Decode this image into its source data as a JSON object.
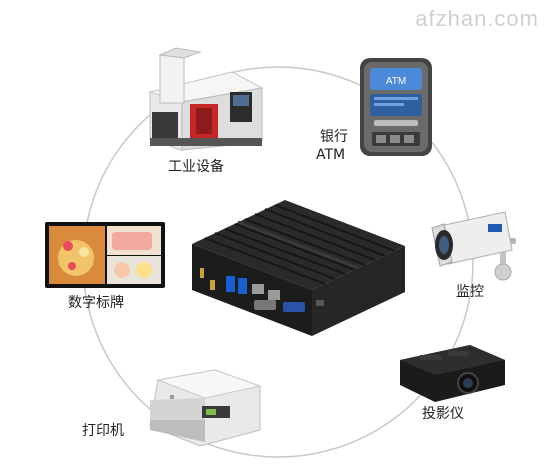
{
  "watermark": "afzhan.com",
  "center_device": "mini-pc",
  "devices": [
    {
      "key": "industrial",
      "label": "工业设备",
      "icon": "cnc-machine-icon"
    },
    {
      "key": "atm",
      "label_line1": "银行",
      "label_line2": "ATM",
      "screen_text": "ATM",
      "icon": "atm-machine-icon"
    },
    {
      "key": "monitor",
      "label": "监控",
      "icon": "security-camera-icon"
    },
    {
      "key": "projector",
      "label": "投影仪",
      "icon": "projector-icon"
    },
    {
      "key": "printer",
      "label": "打印机",
      "icon": "printer-icon"
    },
    {
      "key": "signage",
      "label": "数字标牌",
      "icon": "digital-signage-icon"
    }
  ],
  "colors": {
    "circle": "#c8c8c8",
    "device_body": "#1c1c1c",
    "usb_blue": "#1a5fd0",
    "vga_blue": "#2a52a8",
    "atm_screen": "#4a8ad8",
    "text": "#222222"
  }
}
